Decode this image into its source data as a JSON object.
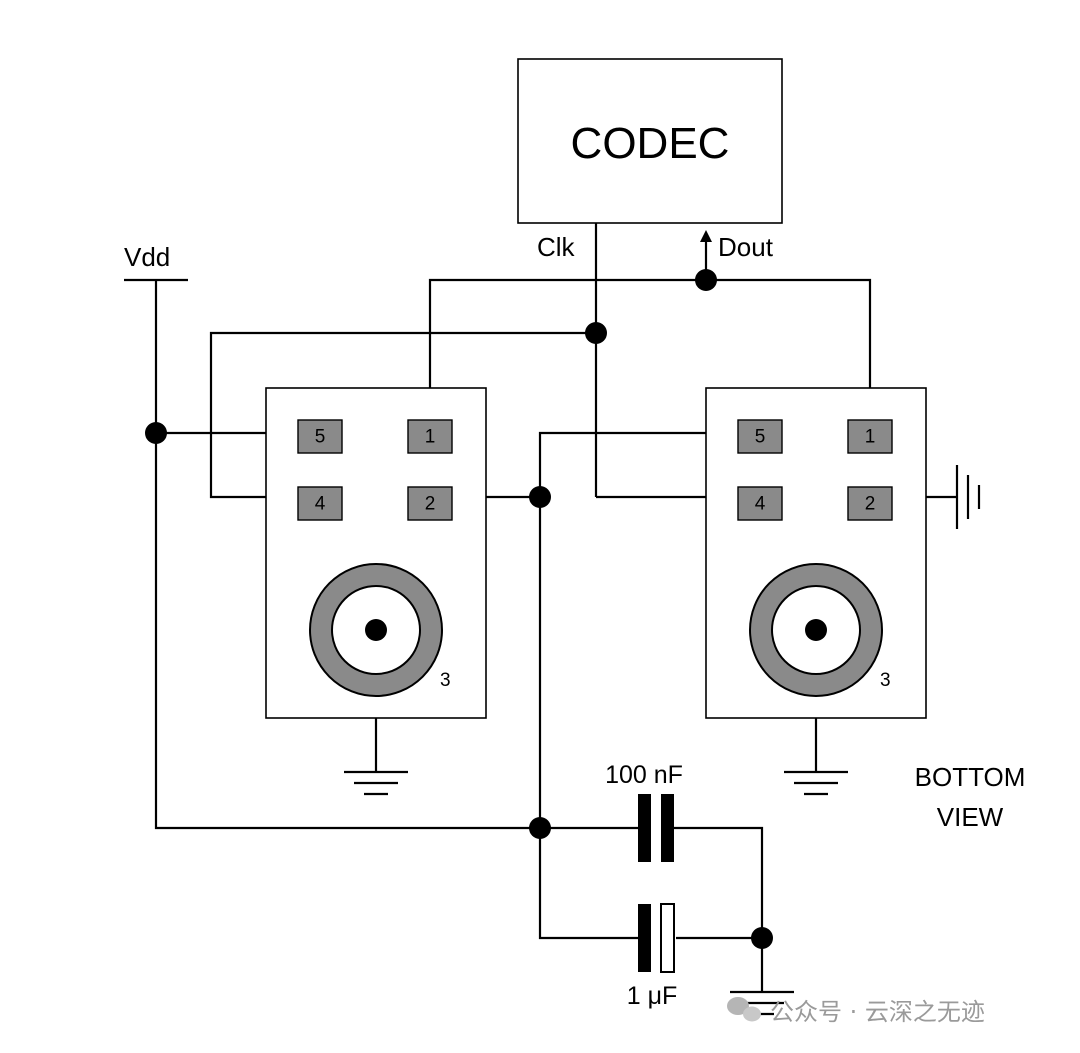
{
  "codec": {
    "label": "CODEC",
    "clk_label": "Clk",
    "dout_label": "Dout"
  },
  "supply": {
    "vdd_label": "Vdd"
  },
  "microphone_left": {
    "pads": [
      "5",
      "1",
      "4",
      "2"
    ],
    "port_label": "3"
  },
  "microphone_right": {
    "pads": [
      "5",
      "1",
      "4",
      "2"
    ],
    "port_label": "3"
  },
  "capacitors": {
    "c1_label": "100 nF",
    "c2_label": "1 μF"
  },
  "view_note": {
    "line1": "BOTTOM",
    "line2": "VIEW"
  },
  "watermark": {
    "text": "公众号 · 云深之无迹"
  }
}
